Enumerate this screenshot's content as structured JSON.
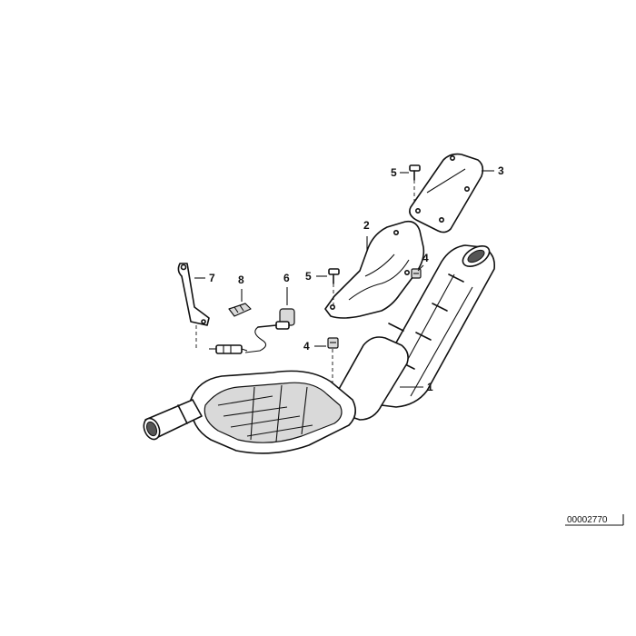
{
  "diagram": {
    "document_number": "00002770",
    "callouts": {
      "p1": "1",
      "p2": "2",
      "p3": "3",
      "p4a": "4",
      "p4b": "4",
      "p5a": "5",
      "p5b": "5",
      "p6": "6",
      "p7": "7",
      "p8": "8"
    },
    "colors": {
      "line": "#111111",
      "shading": "#d9d9d9",
      "background": "#ffffff"
    }
  }
}
